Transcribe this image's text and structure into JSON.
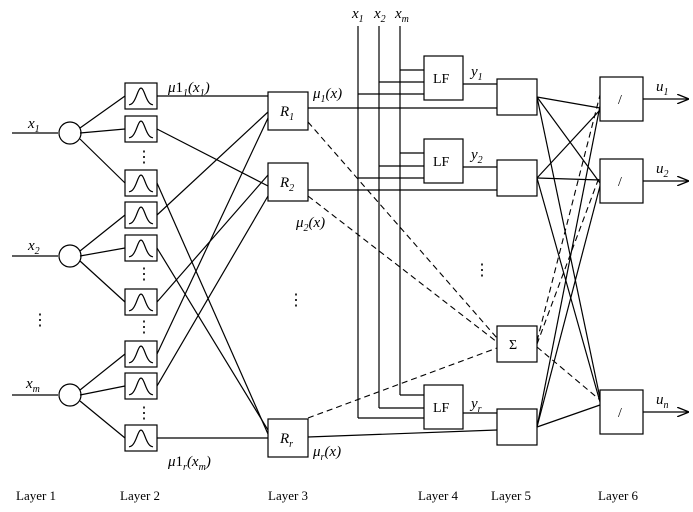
{
  "inputs": {
    "x1": "x",
    "x1_sub": "1",
    "x2": "x",
    "x2_sub": "2",
    "xm": "x",
    "xm_sub": "m",
    "vdots": "⋮"
  },
  "top_inputs": {
    "x1": "x",
    "x1_sub": "1",
    "x2": "x",
    "x2_sub": "2",
    "xm": "x",
    "xm_sub": "m"
  },
  "membership_labels": {
    "top_mu": "μ",
    "top_mid": "1",
    "top_sub": "1",
    "top_arg": "(x",
    "top_arg_sub": "1",
    "top_close": ")",
    "bottom_mu": "μ",
    "bottom_mid": "1",
    "bottom_sub": "r",
    "bottom_arg": "(x",
    "bottom_arg_sub": "m",
    "bottom_close": ")"
  },
  "rules": {
    "r1": "R",
    "r1_sub": "1",
    "r2": "R",
    "r2_sub": "2",
    "rr": "R",
    "rr_sub": "r",
    "dots": "⋮",
    "mu1": "μ",
    "mu1_sub": "1",
    "mu1_arg": "(x)",
    "mu2": "μ",
    "mu2_sub": "2",
    "mu2_arg": "(x)",
    "mur": "μ",
    "mur_sub": "r",
    "mur_arg": "(x)"
  },
  "lf": {
    "label": "LF",
    "y1": "y",
    "y1_sub": "1",
    "y2": "y",
    "y2_sub": "2",
    "yr": "y",
    "yr_sub": "r",
    "dots": "⋮"
  },
  "layer5": {
    "sigma": "Σ"
  },
  "layer6": {
    "div": "/",
    "u1": "u",
    "u1_sub": "1",
    "u2": "u",
    "u2_sub": "2",
    "un": "u",
    "un_sub": "n"
  },
  "layers": [
    "Layer 1",
    "Layer 2",
    "Layer 3",
    "Layer 4",
    "Layer 5",
    "Layer 6"
  ]
}
